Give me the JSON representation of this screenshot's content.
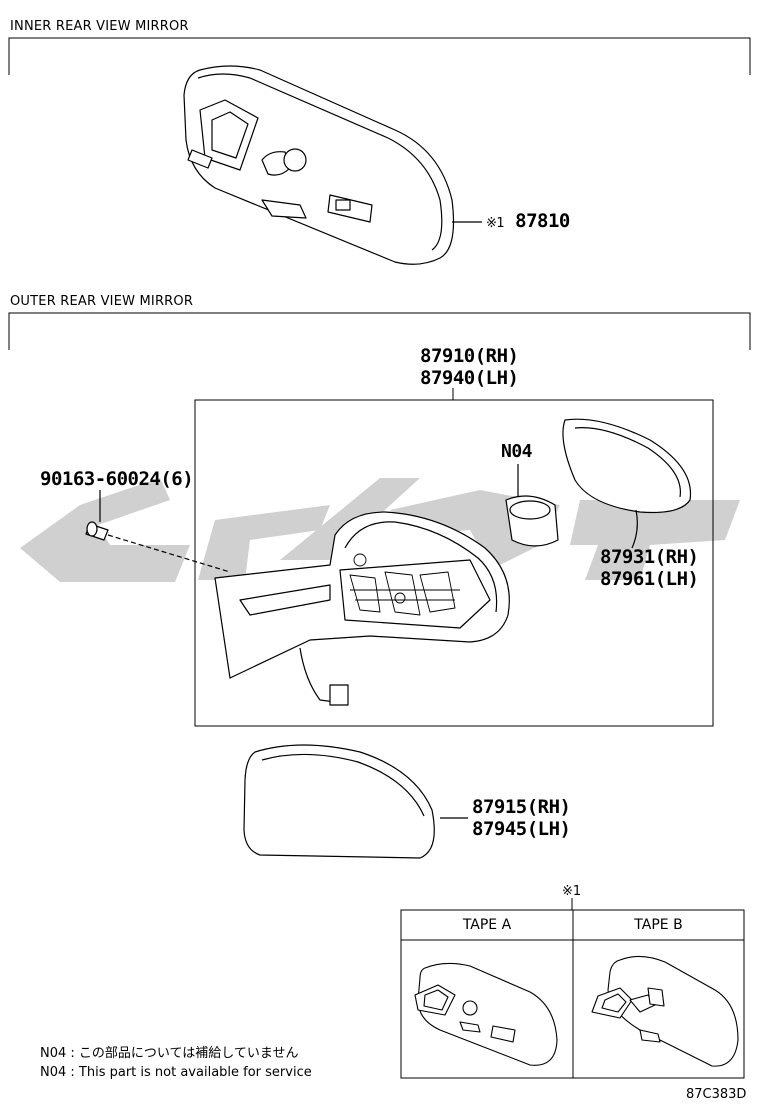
{
  "inner": {
    "title": "INNER REAR VIEW MIRROR",
    "mark": "※1",
    "part": "87810"
  },
  "outer": {
    "title": "OUTER REAR VIEW MIRROR",
    "assy": {
      "rh": "87910(RH)",
      "lh": "87940(LH)"
    },
    "screw": "90163-60024(6)",
    "n04": "N04",
    "glass": {
      "rh": "87931(RH)",
      "lh": "87961(LH)"
    },
    "cover": {
      "rh": "87915(RH)",
      "lh": "87945(LH)"
    }
  },
  "tape": {
    "mark": "※1",
    "a": "TAPE A",
    "b": "TAPE B"
  },
  "notes": {
    "jp": "N04 :  この部品については補給していません",
    "en": "N04 :  This part is not available for service"
  },
  "code": "87C383D",
  "colors": {
    "line": "#000000",
    "watermark": "#d0d0d0"
  }
}
